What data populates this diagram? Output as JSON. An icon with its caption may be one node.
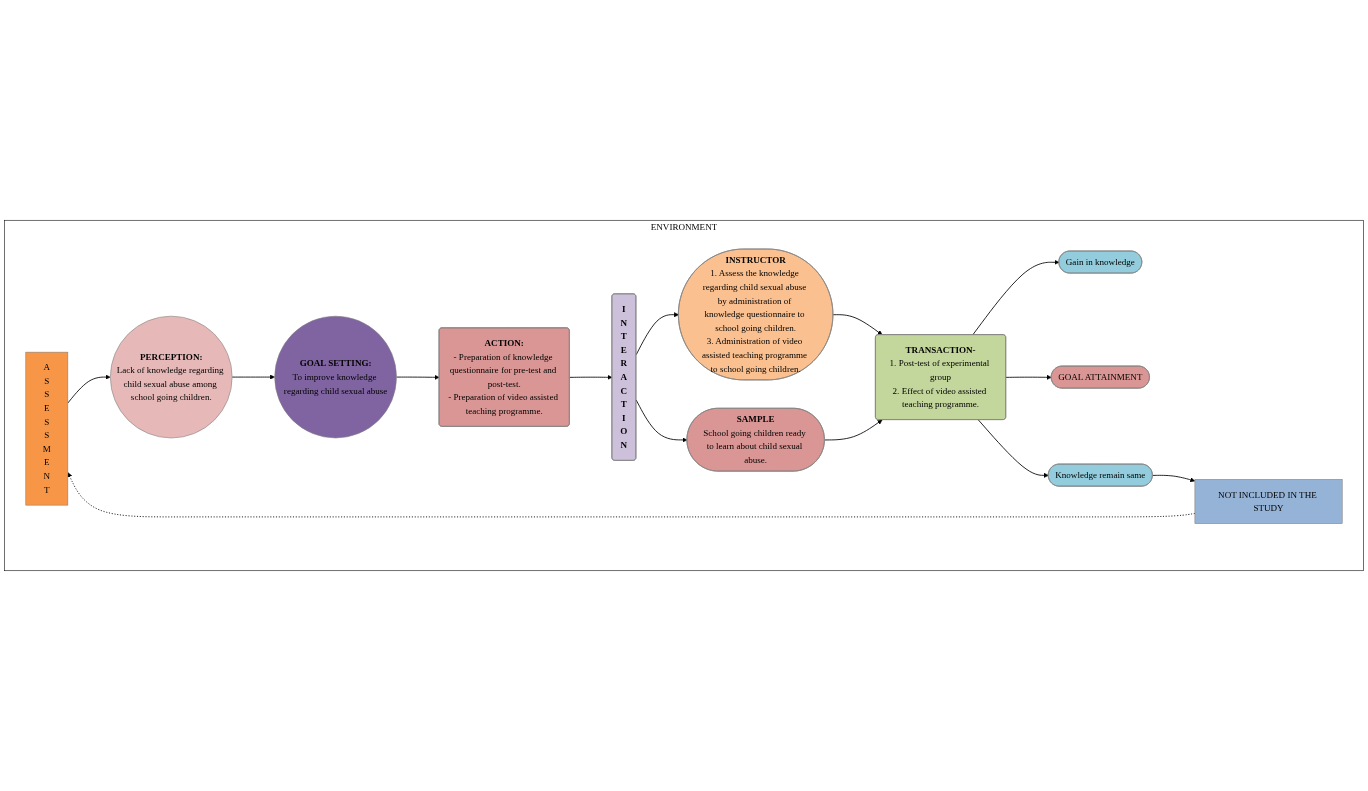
{
  "diagram": {
    "nodes": [
      {
        "text": [
          "ENVIRONMENT"
        ]
      },
      {
        "text": [
          "A S S E S S M E N T"
        ],
        "in": 0
      },
      {
        "text": [
          "PERCEPTION:",
          "Lack of knowledge regarding child sexual abuse among school going children."
        ],
        "in": 0
      },
      {
        "text": [
          "GOAL SETTING:",
          "To improve knowledge regarding child sexual abuse"
        ],
        "in": 0
      },
      {
        "text": [
          "ACTION:",
          "- Preparation of knowledge questionnaire for pre-test and post-test.",
          "- Preparation of video assisted teaching programme."
        ],
        "in": 0
      },
      {
        "text": [
          "I N T E R A C T I O N"
        ],
        "in": 0
      },
      {
        "text": [
          "INSTRUCTOR",
          "1. Assess the knowledge regarding child sexual abuse by administration of knowledge questionnaire to school going children.",
          "3. Administration of video assisted teaching programme to school going children."
        ],
        "in": 0
      },
      {
        "text": [
          "SAMPLE",
          "School going children ready to learn about child sexual abuse."
        ],
        "in": 0
      },
      {
        "text": [
          "TRANSACTION-",
          "1. Post-test of experimental group",
          "2. Effect of video assisted teaching programme."
        ],
        "in": 0
      },
      {
        "text": [
          "Gain in knowledge"
        ],
        "in": 0
      },
      {
        "text": [
          "GOAL ATTAINMENT"
        ],
        "in": 0
      },
      {
        "text": [
          "Knowledge remain same"
        ],
        "in": 0
      },
      {
        "text": [
          "NOT INCLUDED IN THE STUDY"
        ],
        "in": 0
      }
    ],
    "edges": [
      {
        "from": 1,
        "to": 2,
        "arrow": "to"
      },
      {
        "from": 2,
        "to": 3,
        "arrow": "to"
      },
      {
        "from": 3,
        "to": 4,
        "arrow": "to"
      },
      {
        "from": 4,
        "to": 5,
        "arrow": "to"
      },
      {
        "from": 5,
        "to": 6,
        "arrow": "to"
      },
      {
        "from": 5,
        "to": 7,
        "arrow": "to"
      },
      {
        "from": 6,
        "to": 8,
        "arrow": "to"
      },
      {
        "from": 7,
        "to": 8,
        "arrow": "to"
      },
      {
        "from": 8,
        "to": 9,
        "arrow": "to"
      },
      {
        "from": 8,
        "to": 10,
        "arrow": "to"
      },
      {
        "from": 8,
        "to": 11,
        "arrow": "to"
      },
      {
        "from": 11,
        "to": 12,
        "arrow": "to"
      },
      {
        "from": 12,
        "to": 1,
        "arrow": "to",
        "style": "dashed"
      }
    ]
  }
}
